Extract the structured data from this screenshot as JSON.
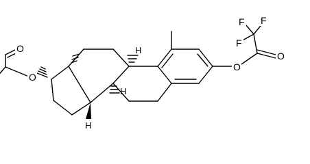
{
  "molecule": {
    "atom_labels": {
      "acetate_ester_o": "O",
      "acetate_carbonyl_o": "O",
      "tfa_ester_o": "O",
      "tfa_carbonyl_o": "O",
      "f_left": "F",
      "f_top": "F",
      "f_bottom": "F",
      "h_c9": "H",
      "h_c8": "H",
      "h_c14": "H"
    },
    "stereo_note": "wedge and hash bonds at ring junctions"
  }
}
